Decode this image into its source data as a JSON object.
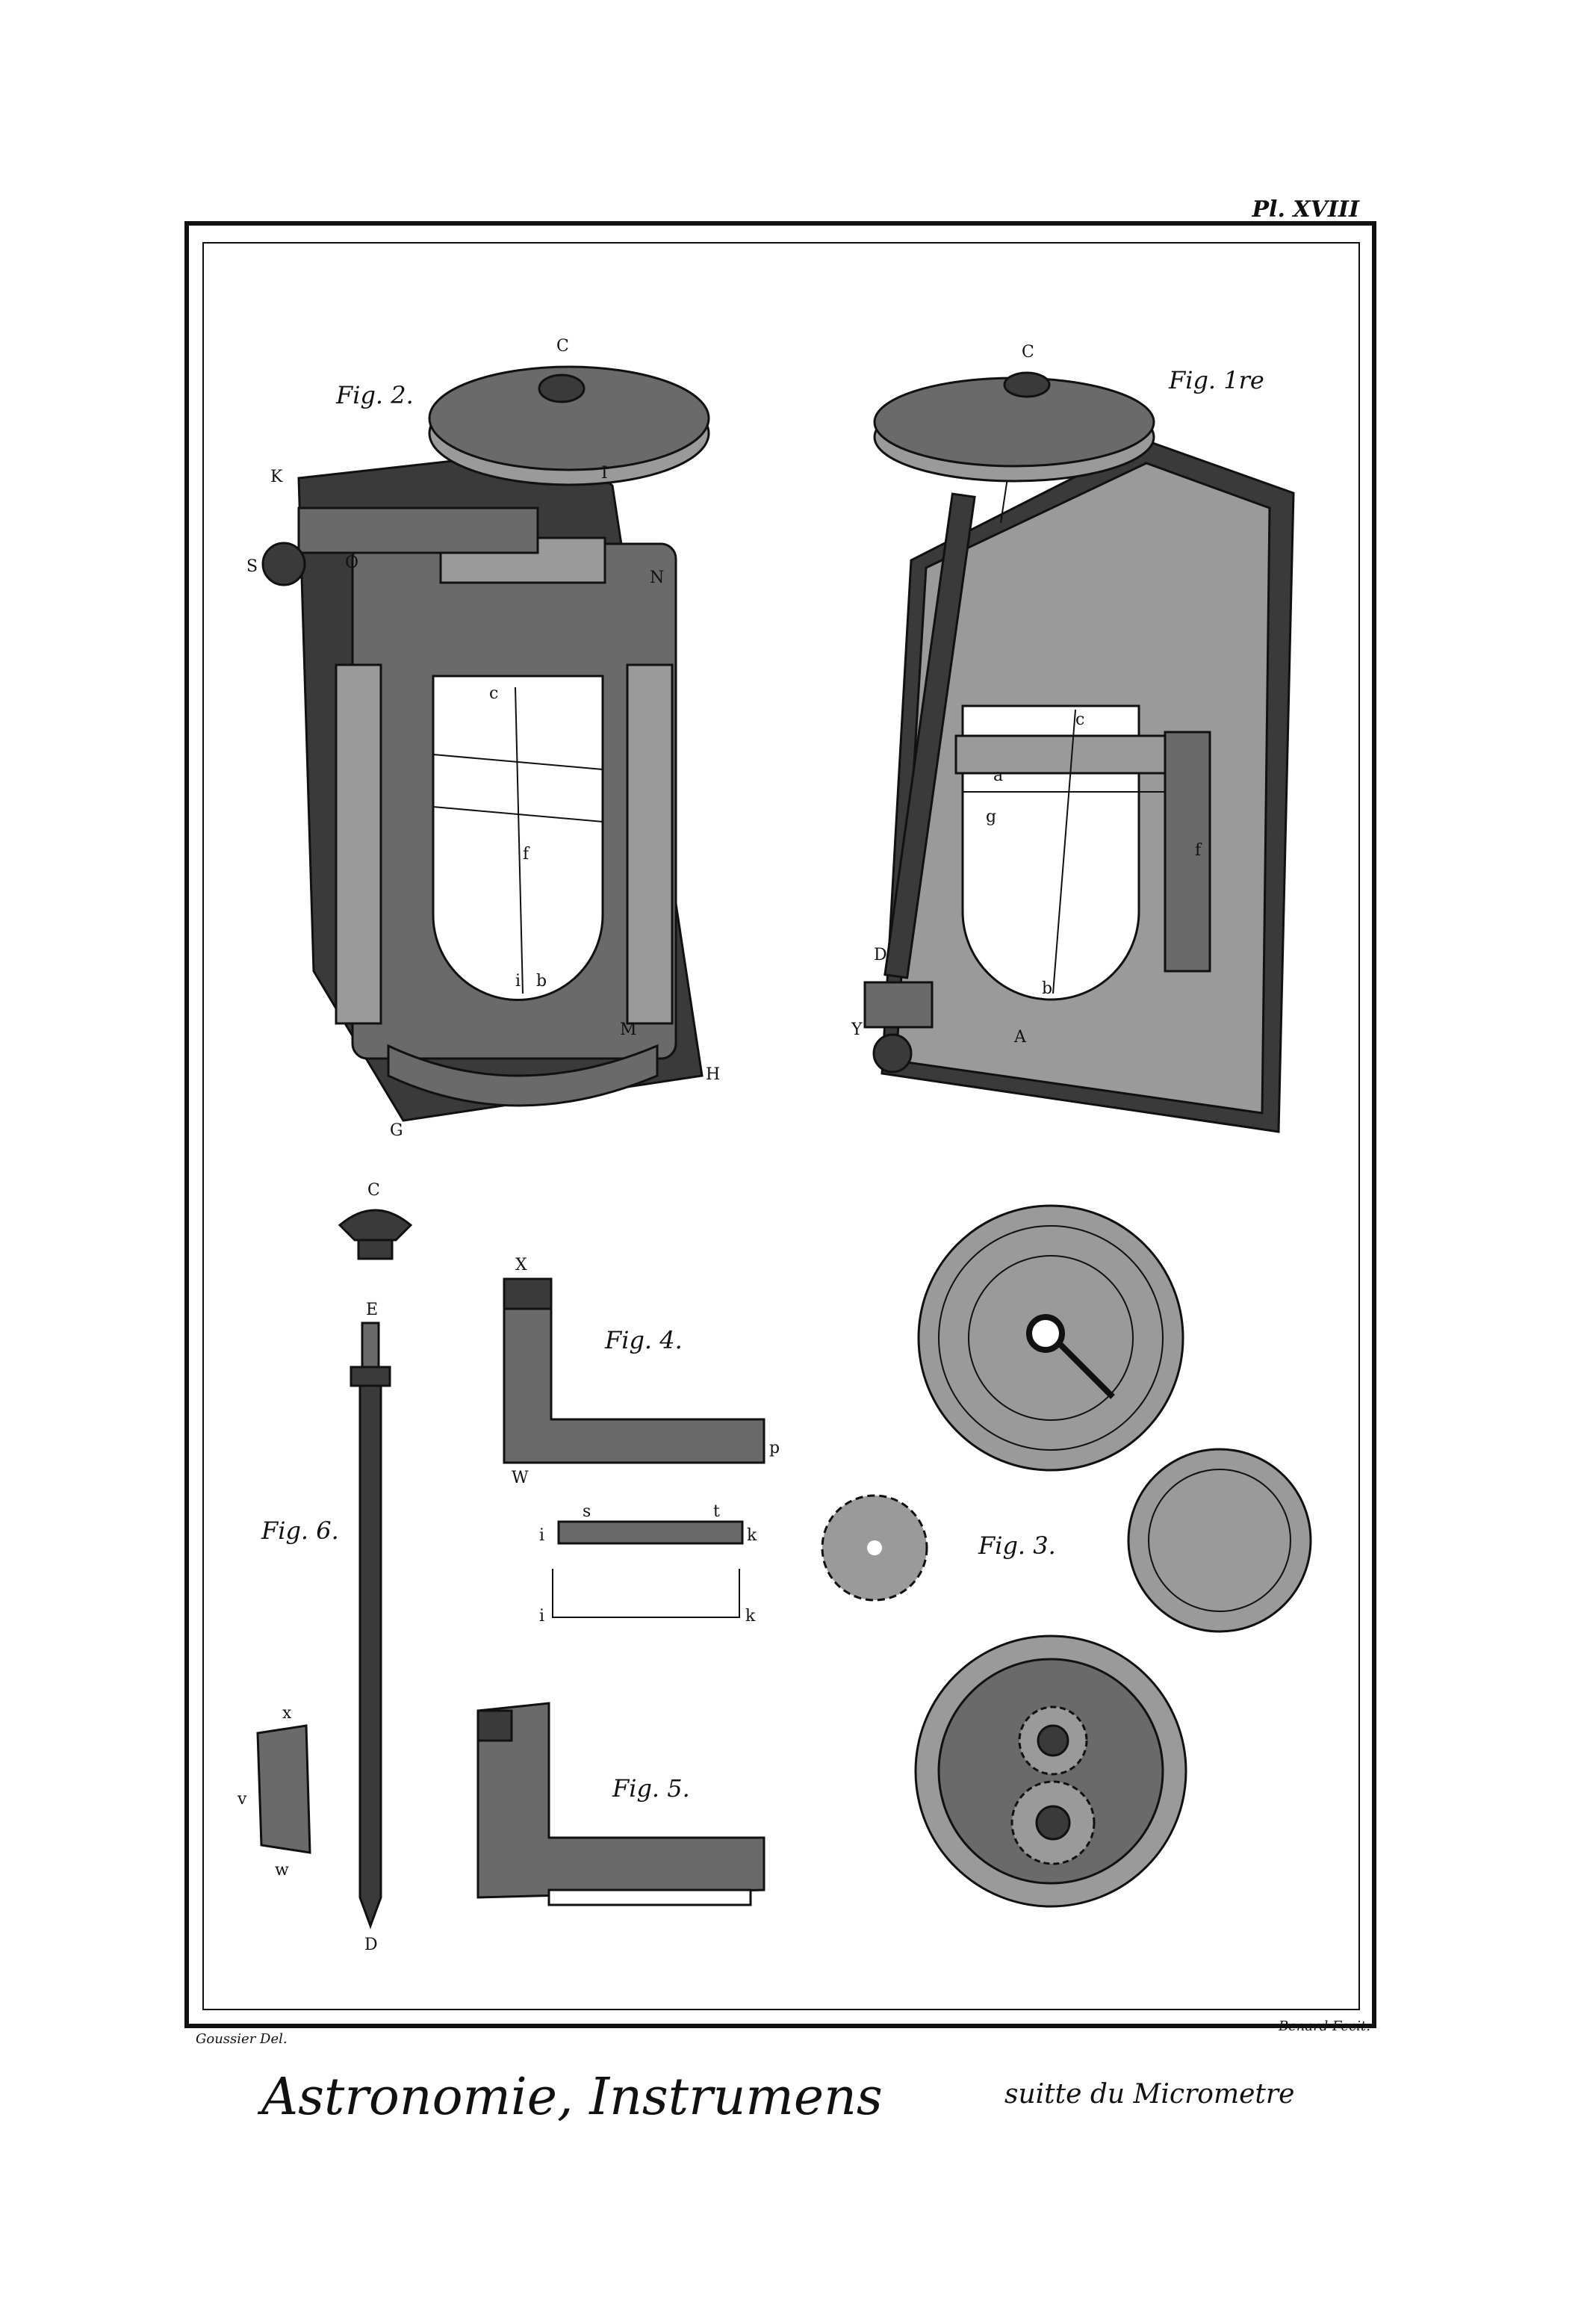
{
  "plate_number": "Pl. XVIII",
  "title": {
    "main": "Astronomie, Instrumens",
    "sub": "suitte du Micrometre"
  },
  "credits": {
    "draftsman": "Goussier Del.",
    "engraver": "Benard Fecit."
  },
  "figures": {
    "fig1": "Fig. 1re",
    "fig2": "Fig. 2.",
    "fig3": "Fig. 3.",
    "fig4": "Fig. 4.",
    "fig5": "Fig. 5.",
    "fig6": "Fig. 6."
  },
  "letters": {
    "fig2": [
      "C",
      "K",
      "I",
      "S",
      "O",
      "N",
      "G",
      "H",
      "M",
      "c",
      "b",
      "i",
      "f"
    ],
    "fig1": [
      "C",
      "D",
      "Y",
      "A",
      "a",
      "b",
      "c",
      "f",
      "g"
    ],
    "fig6": [
      "C",
      "E",
      "D",
      "x",
      "v",
      "w"
    ],
    "fig4": [
      "X",
      "W",
      "p",
      "s",
      "t",
      "i",
      "k",
      "i",
      "k"
    ]
  }
}
